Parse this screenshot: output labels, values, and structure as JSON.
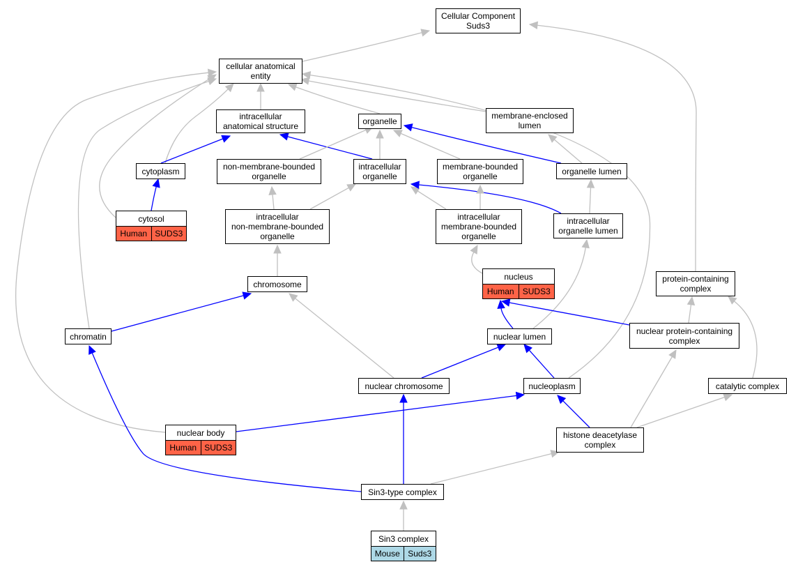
{
  "colors": {
    "blue_edge": "#0000ff",
    "gray_edge": "#c0c0c0",
    "human_fill": "#ff6347",
    "mouse_fill": "#add8e6"
  },
  "nodes": {
    "cc_suds3": {
      "label": "Cellular Component\nSuds3"
    },
    "cae": {
      "label": "cellular anatomical\nentity"
    },
    "ias": {
      "label": "intracellular\nanatomical structure"
    },
    "organelle": {
      "label": "organelle"
    },
    "mel": {
      "label": "membrane-enclosed\nlumen"
    },
    "cytoplasm": {
      "label": "cytoplasm"
    },
    "nmbo": {
      "label": "non-membrane-bounded\norganelle"
    },
    "io": {
      "label": "intracellular\norganelle"
    },
    "mbo": {
      "label": "membrane-bounded\norganelle"
    },
    "ol": {
      "label": "organelle lumen"
    },
    "cytosol": {
      "label": "cytosol",
      "tag1": "Human",
      "tag2": "SUDS3"
    },
    "inmbo": {
      "label": "intracellular\nnon-membrane-bounded\norganelle"
    },
    "imbo": {
      "label": "intracellular\nmembrane-bounded\norganelle"
    },
    "iol": {
      "label": "intracellular\norganelle lumen"
    },
    "chromosome": {
      "label": "chromosome"
    },
    "nucleus": {
      "label": "nucleus",
      "tag1": "Human",
      "tag2": "SUDS3"
    },
    "pcc": {
      "label": "protein-containing\ncomplex"
    },
    "chromatin": {
      "label": "chromatin"
    },
    "nuclear_lumen": {
      "label": "nuclear lumen"
    },
    "npcc": {
      "label": "nuclear protein-containing\ncomplex"
    },
    "nuclear_chromosome": {
      "label": "nuclear chromosome"
    },
    "nucleoplasm": {
      "label": "nucleoplasm"
    },
    "catalytic": {
      "label": "catalytic complex"
    },
    "nuclear_body": {
      "label": "nuclear body",
      "tag1": "Human",
      "tag2": "SUDS3"
    },
    "hdac": {
      "label": "histone deacetylase\ncomplex"
    },
    "sin3_type": {
      "label": "Sin3-type complex"
    },
    "sin3": {
      "label": "Sin3 complex",
      "tag1": "Mouse",
      "tag2": "Suds3"
    }
  },
  "edges": [
    {
      "from": "cae",
      "to": "cc_suds3",
      "color": "gray"
    },
    {
      "from": "pcc",
      "to": "cc_suds3",
      "color": "gray"
    },
    {
      "from": "ias",
      "to": "cae",
      "color": "gray"
    },
    {
      "from": "organelle",
      "to": "cae",
      "color": "gray"
    },
    {
      "from": "mel",
      "to": "cae",
      "color": "gray"
    },
    {
      "from": "cytoplasm",
      "to": "cae",
      "color": "gray"
    },
    {
      "from": "cytosol",
      "to": "cae",
      "color": "gray"
    },
    {
      "from": "chromatin",
      "to": "cae",
      "color": "gray"
    },
    {
      "from": "nuclear_body",
      "to": "cae",
      "color": "gray"
    },
    {
      "from": "nucleoplasm",
      "to": "cae",
      "color": "gray"
    },
    {
      "from": "cytoplasm",
      "to": "ias",
      "color": "blue"
    },
    {
      "from": "io",
      "to": "ias",
      "color": "blue"
    },
    {
      "from": "nmbo",
      "to": "organelle",
      "color": "gray"
    },
    {
      "from": "io",
      "to": "organelle",
      "color": "gray"
    },
    {
      "from": "mbo",
      "to": "organelle",
      "color": "gray"
    },
    {
      "from": "ol",
      "to": "organelle",
      "color": "blue"
    },
    {
      "from": "ol",
      "to": "mel",
      "color": "gray"
    },
    {
      "from": "cytosol",
      "to": "cytoplasm",
      "color": "blue"
    },
    {
      "from": "inmbo",
      "to": "nmbo",
      "color": "gray"
    },
    {
      "from": "inmbo",
      "to": "io",
      "color": "gray"
    },
    {
      "from": "imbo",
      "to": "io",
      "color": "gray"
    },
    {
      "from": "iol",
      "to": "io",
      "color": "blue"
    },
    {
      "from": "imbo",
      "to": "mbo",
      "color": "gray"
    },
    {
      "from": "iol",
      "to": "ol",
      "color": "gray"
    },
    {
      "from": "chromosome",
      "to": "inmbo",
      "color": "gray"
    },
    {
      "from": "nucleus",
      "to": "imbo",
      "color": "gray"
    },
    {
      "from": "nuclear_lumen",
      "to": "iol",
      "color": "gray"
    },
    {
      "from": "chromatin",
      "to": "chromosome",
      "color": "blue"
    },
    {
      "from": "nuclear_chromosome",
      "to": "chromosome",
      "color": "gray"
    },
    {
      "from": "nuclear_lumen",
      "to": "nucleus",
      "color": "blue"
    },
    {
      "from": "npcc",
      "to": "nucleus",
      "color": "blue"
    },
    {
      "from": "npcc",
      "to": "pcc",
      "color": "gray"
    },
    {
      "from": "catalytic",
      "to": "pcc",
      "color": "gray"
    },
    {
      "from": "nuclear_chromosome",
      "to": "nuclear_lumen",
      "color": "blue"
    },
    {
      "from": "nucleoplasm",
      "to": "nuclear_lumen",
      "color": "blue"
    },
    {
      "from": "hdac",
      "to": "npcc",
      "color": "gray"
    },
    {
      "from": "nuclear_body",
      "to": "nucleoplasm",
      "color": "blue"
    },
    {
      "from": "hdac",
      "to": "nucleoplasm",
      "color": "blue"
    },
    {
      "from": "hdac",
      "to": "catalytic",
      "color": "gray"
    },
    {
      "from": "sin3_type",
      "to": "hdac",
      "color": "gray"
    },
    {
      "from": "sin3_type",
      "to": "chromatin",
      "color": "blue"
    },
    {
      "from": "sin3_type",
      "to": "nuclear_chromosome",
      "color": "blue"
    },
    {
      "from": "sin3",
      "to": "sin3_type",
      "color": "gray"
    }
  ]
}
